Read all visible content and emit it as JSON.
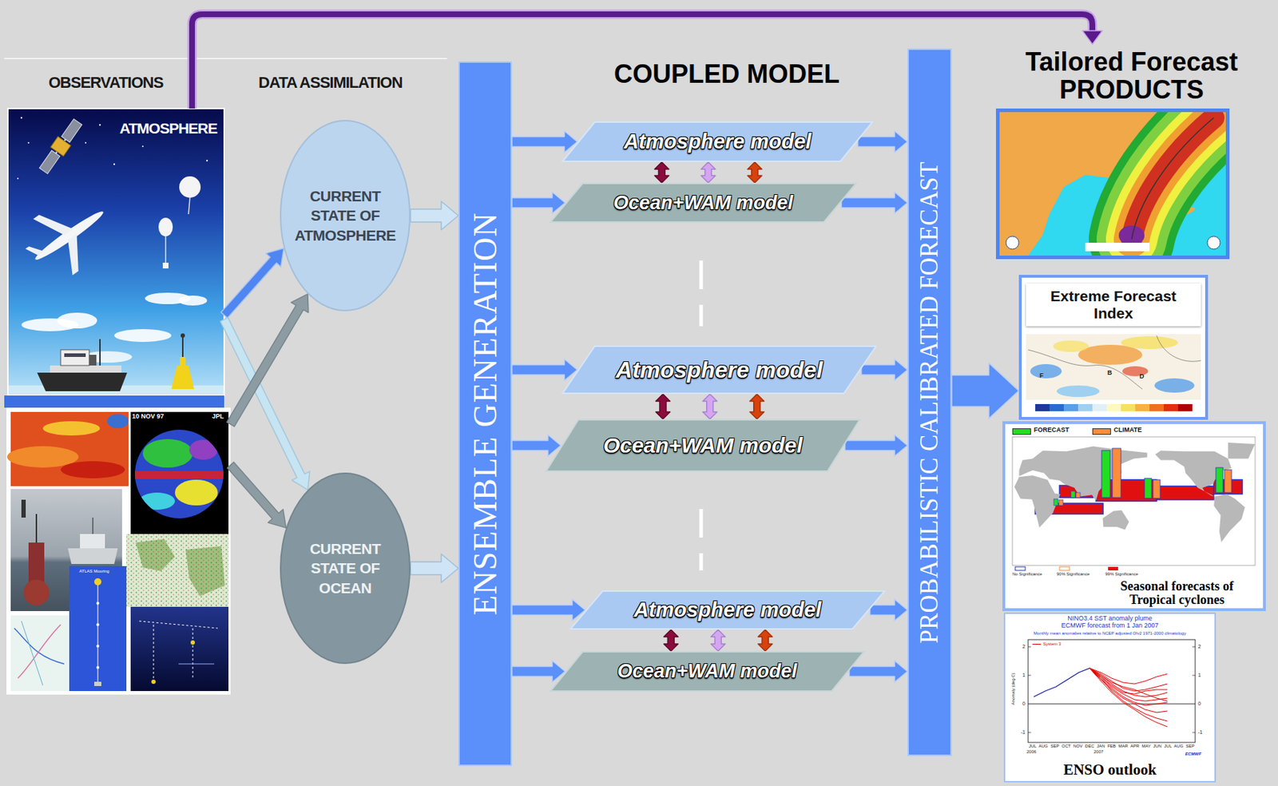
{
  "diagram": {
    "nodes": [
      {
        "text": [
          "ATMOSPHERE"
        ]
      },
      {
        "text": [
          "10 NOV 97",
          "JPL",
          "ATLAS Mooring"
        ]
      },
      {
        "text": [
          "CURRENT STATE OF ATMOSPHERE"
        ]
      },
      {
        "text": [
          "CURRENT STATE OF OCEAN"
        ]
      },
      {
        "text": [
          "ENSEMBLE GENERATION"
        ]
      },
      {
        "text": [
          "Atmosphere model"
        ]
      },
      {
        "text": [
          "Ocean+WAM model"
        ]
      },
      {
        "text": [
          "Atmosphere model"
        ]
      },
      {
        "text": [
          "Ocean+WAM model"
        ]
      },
      {
        "text": [
          "Atmosphere model"
        ]
      },
      {
        "text": [
          "Ocean+WAM model"
        ]
      },
      {
        "text": [
          "PROBABILISTIC CALIBRATED FORECAST"
        ]
      },
      {
        "text": [
          "Tailored Forecast PRODUCTS"
        ]
      },
      {
        "text": [
          "Extreme Forecast Index"
        ],
        "in": 12
      },
      {
        "text": [
          "Seasonal forecasts of Tropical cyclones"
        ],
        "in": 12
      },
      {
        "text": [
          "ENSO outlook"
        ],
        "in": 12
      }
    ],
    "edges": [
      {
        "from": 0,
        "to": 2,
        "arrow": "to"
      },
      {
        "from": 0,
        "to": 3,
        "arrow": "to"
      },
      {
        "from": 1,
        "to": 2,
        "arrow": "to"
      },
      {
        "from": 1,
        "to": 3,
        "arrow": "to"
      },
      {
        "from": 2,
        "to": 4,
        "arrow": "to"
      },
      {
        "from": 3,
        "to": 4,
        "arrow": "to"
      },
      {
        "from": 4,
        "to": 5,
        "arrow": "to"
      },
      {
        "from": 4,
        "to": 6,
        "arrow": "to"
      },
      {
        "from": 4,
        "to": 7,
        "arrow": "to"
      },
      {
        "from": 4,
        "to": 8,
        "arrow": "to"
      },
      {
        "from": 4,
        "to": 9,
        "arrow": "to"
      },
      {
        "from": 4,
        "to": 10,
        "arrow": "to"
      },
      {
        "from": 5,
        "to": 6,
        "arrow": "both"
      },
      {
        "from": 5,
        "to": 6,
        "arrow": "both"
      },
      {
        "from": 5,
        "to": 6,
        "arrow": "both"
      },
      {
        "from": 7,
        "to": 8,
        "arrow": "both"
      },
      {
        "from": 7,
        "to": 8,
        "arrow": "both"
      },
      {
        "from": 7,
        "to": 8,
        "arrow": "both"
      },
      {
        "from": 9,
        "to": 10,
        "arrow": "both"
      },
      {
        "from": 9,
        "to": 10,
        "arrow": "both"
      },
      {
        "from": 9,
        "to": 10,
        "arrow": "both"
      },
      {
        "from": 5,
        "to": 11,
        "arrow": "to"
      },
      {
        "from": 6,
        "to": 11,
        "arrow": "to"
      },
      {
        "from": 7,
        "to": 11,
        "arrow": "to"
      },
      {
        "from": 8,
        "to": 11,
        "arrow": "to"
      },
      {
        "from": 9,
        "to": 11,
        "arrow": "to"
      },
      {
        "from": 10,
        "to": 11,
        "arrow": "to"
      },
      {
        "from": 11,
        "to": 13,
        "arrow": "to"
      },
      {
        "from": 0,
        "to": 12,
        "arrow": "to"
      }
    ],
    "labels": [
      "OBSERVATIONS",
      "DATA ASSIMILATION",
      "COUPLED MODEL",
      "F",
      "B",
      "D",
      "No Significance",
      "90% Significance",
      "99% Significance",
      "NINO3.4 SST anomaly plume",
      "ECMWF forecast from 1 Jan 2007",
      "Monthly mean anomalies relative to NCEP adjusted OIv2 1971-2000 climatology",
      "Anomaly (deg C)",
      "2",
      "1",
      "0",
      "-1",
      "2",
      "1",
      "0",
      "-1",
      "JUL AUG SEP OCT NOV DEC JAN FEB MAR APR MAY JUN JUL AUG SEP",
      "2006",
      "2007",
      "ECMWF"
    ],
    "legend": [
      {
        "text": "FORECAST",
        "color": "#22dd22"
      },
      {
        "text": "CLIMATE",
        "color": "#ff8c3a"
      },
      {
        "text": "System 3"
      }
    ]
  }
}
